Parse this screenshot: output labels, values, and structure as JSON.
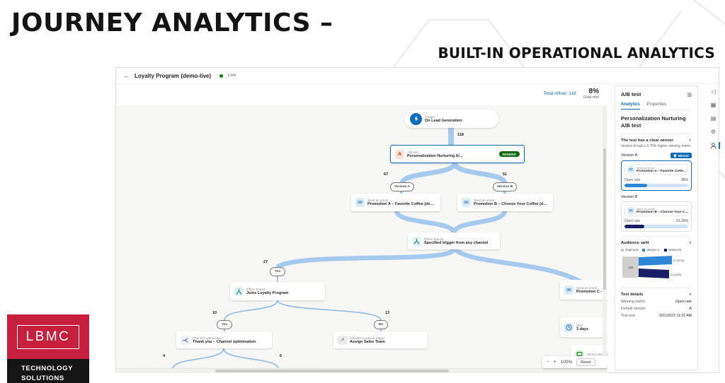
{
  "slide": {
    "title": "JOURNEY ANALYTICS –",
    "subtitle": "BUILT-IN OPERATIONAL ANALYTICS"
  },
  "logo": {
    "brand": "LBMC",
    "line1": "TECHNOLOGY",
    "line2": "SOLUTIONS"
  },
  "app": {
    "header": {
      "back": "←",
      "title": "Loyalty Program (demo-live)",
      "live": "Live"
    },
    "stats": {
      "inflow": "Total inflow: 118",
      "goal_value": "8%",
      "goal_label": "Goal met"
    },
    "canvas": {
      "counts": {
        "inflow": "118",
        "va": "67",
        "vb": "51",
        "yes1": "27",
        "yes2": "10",
        "no2": "13",
        "c4": "4",
        "c6": "6"
      },
      "pills": {
        "va": "Version A",
        "vb": "Version B",
        "yes1": "Yes",
        "yes2": "Yes",
        "no2": "No"
      },
      "nodes": {
        "trigger": {
          "kind": "Trigger",
          "title": "On Lead Generation"
        },
        "abtest": {
          "kind": "A/B test",
          "title": "Personalization Nurturing A/...",
          "badge": "WINNER"
        },
        "email_a": {
          "kind": "Send an email",
          "title": "Promotion A – Favorite Coffee (demo)"
        },
        "email_b": {
          "kind": "Send an email",
          "title": "Promotion B – Choose Your Coffee (demo)"
        },
        "branch_any": {
          "kind": "If/then branch",
          "title": "Specified trigger from any channel"
        },
        "branch_loyalty": {
          "kind": "If/then branch",
          "title": "Joins Loyalty Program"
        },
        "channel_opt": {
          "kind": "Channel optimization",
          "title": "Thank you – Channel optimization"
        },
        "assign": {
          "kind": "Activate a custom trigger",
          "title": "Assign Sales Team"
        },
        "email_c": {
          "kind": "Send an email",
          "title": "Promotion C - W"
        },
        "wait": {
          "kind": "Wait",
          "title": "3 days"
        },
        "sms": {
          "kind": "Send a text message"
        }
      },
      "zoombar": {
        "minus": "−",
        "plus": "+",
        "level": "100%",
        "reset": "Reset"
      }
    },
    "panel": {
      "title": "A/B test",
      "tabs": [
        {
          "label": "Analytics"
        },
        {
          "label": "Properties"
        }
      ],
      "heading": "Personalization Nurturing A/B test",
      "winner": {
        "title": "The test has a clear winner",
        "subtitle": "Version A had a 3.75% higher winning metric"
      },
      "version_a": {
        "label": "Version A",
        "badge": "Winner",
        "kind": "Send an email",
        "title": "Promotion A – Favorite Coffe...",
        "metric": "Open rate",
        "value": "35%",
        "pct": 35
      },
      "version_b": {
        "label": "Version B",
        "kind": "Send an email",
        "title": "Promotion B – Choose Your C...",
        "metric": "Open rate",
        "value": "31.25%",
        "pct": 31
      },
      "audience": {
        "title": "Audience split",
        "legend": [
          {
            "label": "Total sent"
          },
          {
            "label": "Version A"
          },
          {
            "label": "Version B"
          }
        ],
        "total": "118",
        "a_label": "67 (57%)",
        "b_label": "51 (43%)"
      },
      "details": {
        "title": "Test details",
        "rows": [
          {
            "label": "Winning metric",
            "value": "Open rate"
          },
          {
            "label": "Default version",
            "value": "A"
          },
          {
            "label": "Test end",
            "value": "3/21/2023 11:32 AM"
          }
        ]
      }
    }
  },
  "accent_colors": {
    "primary_blue": "#0f6cbd",
    "winner_green": "#0b6a0b",
    "version_a_blue": "#2f86d6",
    "version_b_navy": "#1c1d67",
    "edge_blue": "#a6c9ee",
    "brand_red": "#c6203c"
  }
}
